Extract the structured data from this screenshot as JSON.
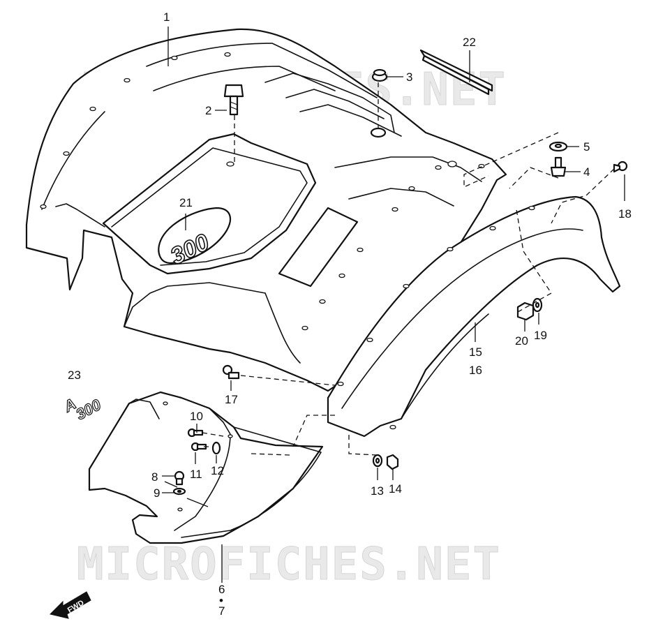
{
  "watermark": {
    "text": "MICROFICHES.NET"
  },
  "parts": {
    "p1": "1",
    "p2": "2",
    "p3": "3",
    "p4": "4",
    "p5": "5",
    "p6": "6",
    "p6_dot": "•",
    "p7": "7",
    "p8": "8",
    "p9": "9",
    "p10": "10",
    "p11": "11",
    "p12": "12",
    "p13": "13",
    "p14": "14",
    "p15": "15",
    "p16": "16",
    "p17": "17",
    "p18": "18",
    "p19": "19",
    "p20": "20",
    "p21": "21",
    "p22": "22",
    "p23": "23"
  },
  "fender_badge": {
    "text": "300"
  },
  "emblem": {
    "line1": "A",
    "line2": "300"
  },
  "direction_arrow": {
    "label": "FWD"
  }
}
